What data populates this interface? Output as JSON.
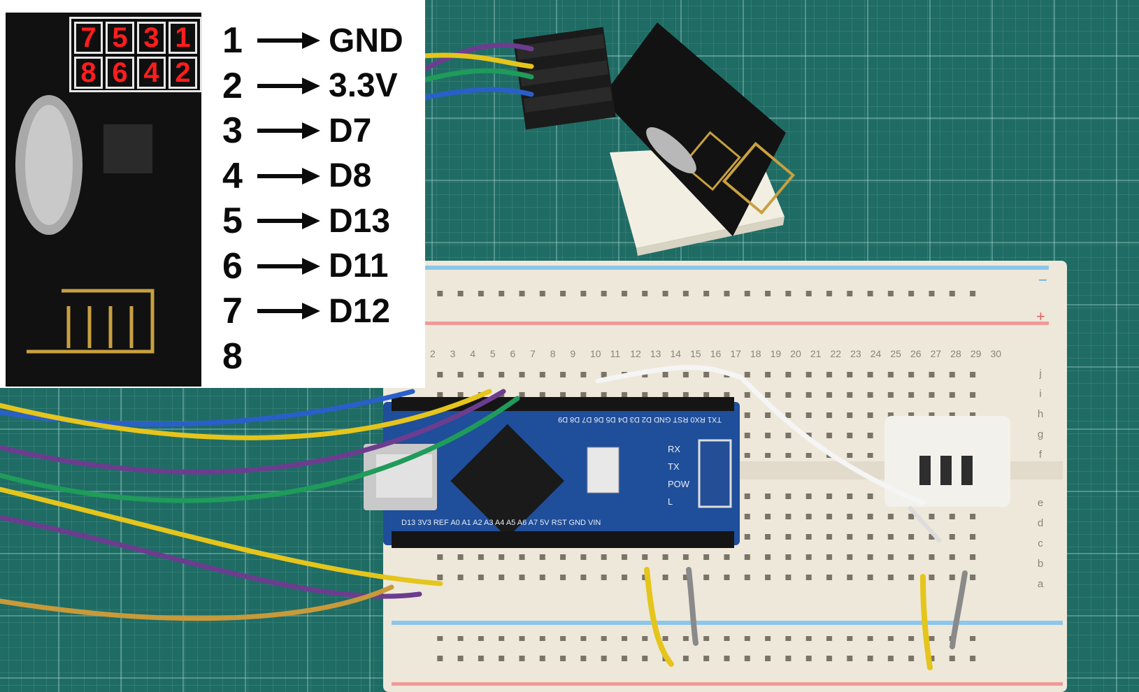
{
  "pinout": {
    "grid_top": [
      "7",
      "5",
      "3",
      "1"
    ],
    "grid_bottom": [
      "8",
      "6",
      "4",
      "2"
    ],
    "mapping": [
      {
        "pin": "1",
        "signal": "GND"
      },
      {
        "pin": "2",
        "signal": "3.3V"
      },
      {
        "pin": "3",
        "signal": "D7"
      },
      {
        "pin": "4",
        "signal": "D8"
      },
      {
        "pin": "5",
        "signal": "D13"
      },
      {
        "pin": "6",
        "signal": "D11"
      },
      {
        "pin": "7",
        "signal": "D12"
      },
      {
        "pin": "8",
        "signal": ""
      }
    ]
  },
  "board_labels": {
    "leds": [
      "RX",
      "TX",
      "POW",
      "L"
    ],
    "top_header": "TX1 RX0 RST GND D2 D3 D4 D5 D6 D7 D8 D9",
    "bottom_header": "D13 3V3 REF A0 A1 A2 A3 A4 A5 A6 A7 5V RST GND VIN"
  },
  "breadboard": {
    "column_numbers": [
      "2",
      "3",
      "4",
      "5",
      "6",
      "7",
      "8",
      "9",
      "10",
      "11",
      "12",
      "13",
      "14",
      "15",
      "16",
      "17",
      "18",
      "19",
      "20",
      "21",
      "22",
      "23",
      "24",
      "25",
      "26",
      "27",
      "28",
      "29",
      "30"
    ],
    "row_letters_top": [
      "j",
      "i",
      "h",
      "g",
      "f"
    ],
    "row_letters_bottom": [
      "e",
      "d",
      "c",
      "b",
      "a"
    ],
    "rail_plus": "+",
    "rail_minus": "−"
  },
  "colors": {
    "pin_number": "#ff1d1d",
    "mat": "#1f6c65",
    "arduino_pcb": "#1f4e9a",
    "wire_yellow": "#e5c51c",
    "wire_purple": "#6c3d8f",
    "wire_green": "#1f9b5a",
    "wire_blue": "#2a5fc9"
  }
}
